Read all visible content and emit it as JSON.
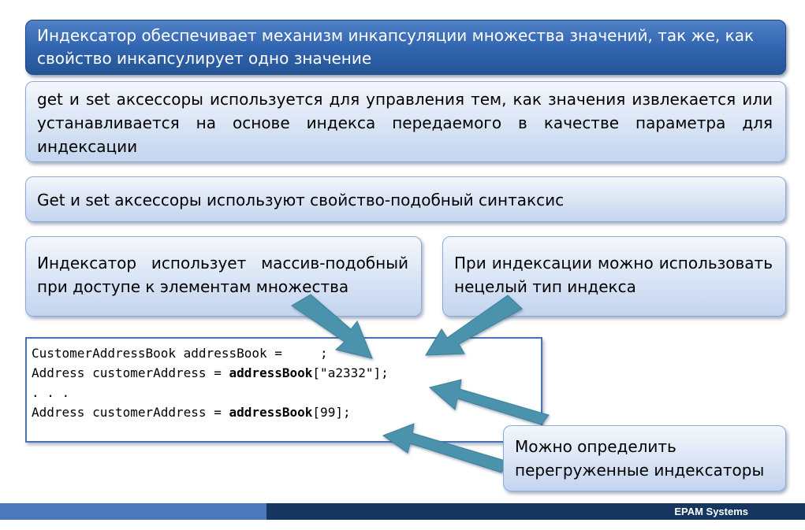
{
  "header": {
    "text": "Индексатор обеспечивает механизм инкапсуляции множества значений, так же, как свойство инкапсулирует одно значение"
  },
  "points": {
    "accessors": "get и set аксессоры используется для управления тем, как значения извлекается или устанавливается на основе индекса передаемого в качестве параметра для индексации",
    "syntax": "Get и set аксессоры используют свойство-подобный синтаксис",
    "array_like": "Индексатор использует массив-подобный при доступе к элементам множества",
    "non_integer": "При индексации можно использовать нецелый тип индекса",
    "overload": "Можно определить перегруженные индексаторы"
  },
  "code": {
    "line1_pre": "CustomerAddressBook addressBook = ",
    "line1_post": ";",
    "line2_pre": "Address customerAddress = ",
    "line2_bold": "addressBook",
    "line2_post": "[\"a2332\"];",
    "line3": ". . .",
    "line4_pre": "Address customerAddress = ",
    "line4_bold": "addressBook",
    "line4_post": "[99];"
  },
  "footer": {
    "brand": "EPAM Systems"
  },
  "colors": {
    "arrow": "#4c93ad",
    "header_bg": "#2f63ad",
    "footer_dark": "#14365f",
    "footer_light": "#4a78bb"
  }
}
